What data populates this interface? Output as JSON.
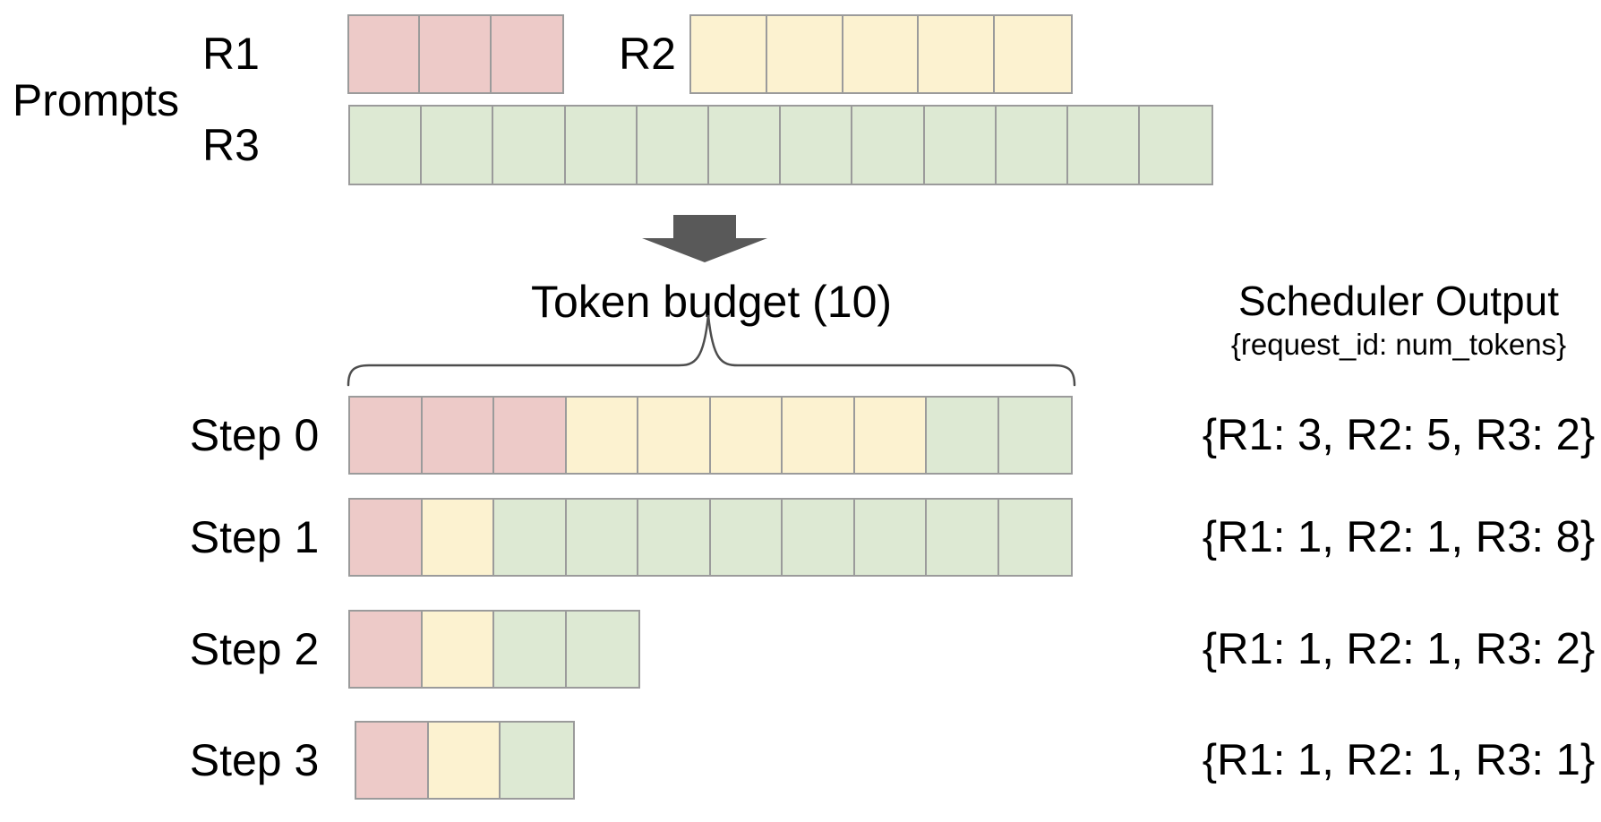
{
  "colors": {
    "r1": "#edcac8",
    "r2": "#fcf2d0",
    "r3": "#dde9d3",
    "border": "#9b9b9b",
    "arrow": "#595959",
    "brace": "#4d4d4d",
    "text": "#000000"
  },
  "prompts": {
    "section_label": "Prompts",
    "rows": [
      {
        "id": "R1",
        "label": "R1",
        "cells": 3
      },
      {
        "id": "R2",
        "label": "R2",
        "cells": 5
      },
      {
        "id": "R3",
        "label": "R3",
        "cells": 12
      }
    ]
  },
  "token_budget": {
    "label": "Token budget (10)",
    "value": 10
  },
  "scheduler": {
    "title": "Scheduler Output",
    "subtitle": "{request_id: num_tokens}",
    "steps": [
      {
        "label": "Step 0",
        "segments": [
          {
            "request": "R1",
            "tokens": 3
          },
          {
            "request": "R2",
            "tokens": 5
          },
          {
            "request": "R3",
            "tokens": 2
          }
        ],
        "output": "{R1: 3, R2: 5, R3: 2}"
      },
      {
        "label": "Step 1",
        "segments": [
          {
            "request": "R1",
            "tokens": 1
          },
          {
            "request": "R2",
            "tokens": 1
          },
          {
            "request": "R3",
            "tokens": 8
          }
        ],
        "output": "{R1: 1, R2: 1, R3: 8}"
      },
      {
        "label": "Step 2",
        "segments": [
          {
            "request": "R1",
            "tokens": 1
          },
          {
            "request": "R2",
            "tokens": 1
          },
          {
            "request": "R3",
            "tokens": 2
          }
        ],
        "output": "{R1: 1, R2: 1, R3: 2}"
      },
      {
        "label": "Step 3",
        "segments": [
          {
            "request": "R1",
            "tokens": 1
          },
          {
            "request": "R2",
            "tokens": 1
          },
          {
            "request": "R3",
            "tokens": 1
          }
        ],
        "output": "{R1: 1, R2: 1, R3: 1}"
      }
    ]
  }
}
